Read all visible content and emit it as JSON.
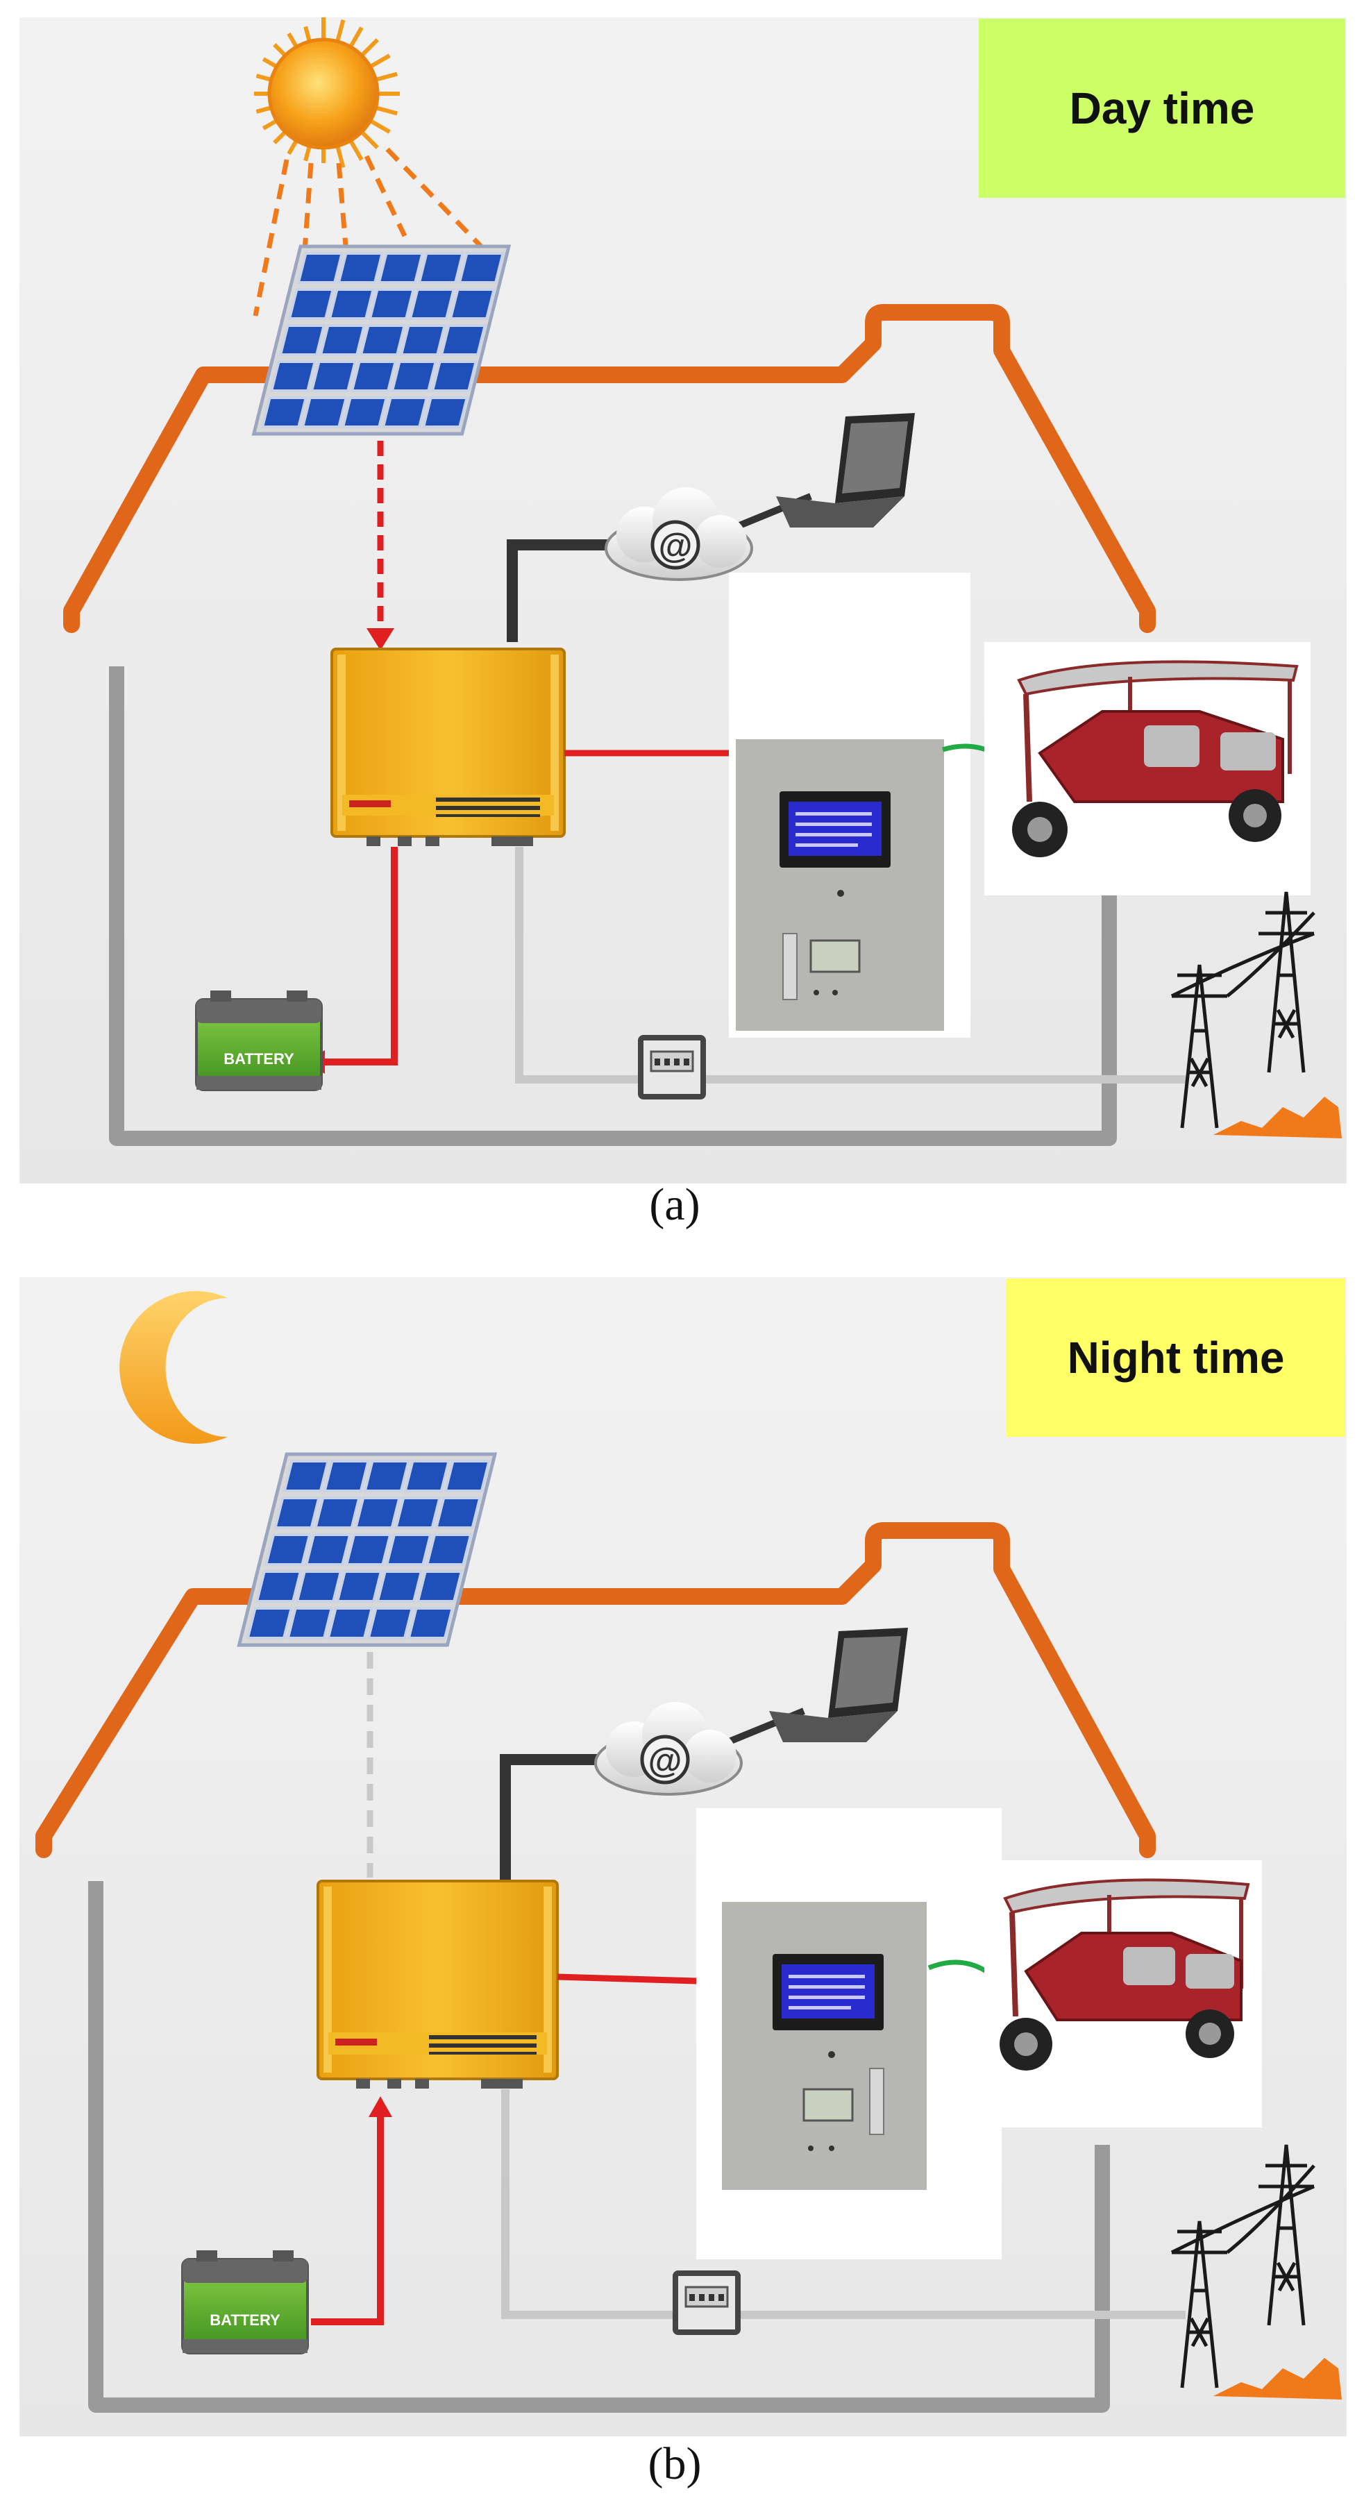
{
  "panels": [
    {
      "id": "a",
      "mode_label": "Day time",
      "caption": "(a)",
      "mode_color": "#ccff66"
    },
    {
      "id": "b",
      "mode_label": "Night time",
      "caption": "(b)",
      "mode_color": "#ffff66"
    }
  ],
  "icons": [
    "sun-icon",
    "moon-icon",
    "solar-panel-icon",
    "inverter-icon",
    "battery-icon",
    "cloud-internet-icon",
    "laptop-icon",
    "charging-station-icon",
    "e-rickshaw-icon",
    "energy-meter-icon",
    "transmission-tower-icon"
  ],
  "battery_label": "BATTERY",
  "colors": {
    "house_outline": "#e0661a",
    "dc_line": "#e02020",
    "grid_line": "#c8c8c8",
    "comm_line": "#333333",
    "ev_line": "#22aa44",
    "inverter": "#f2b21c",
    "panel_cell": "#1f4fb8"
  }
}
